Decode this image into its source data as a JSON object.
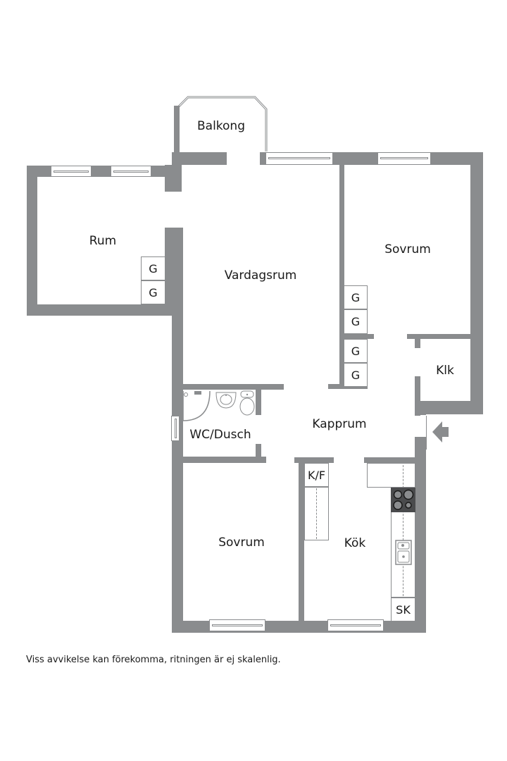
{
  "rooms": {
    "balkong": "Balkong",
    "rum": "Rum",
    "vardagsrum": "Vardagsrum",
    "sovrum_top": "Sovrum",
    "klk": "Klk",
    "wc_dusch": "WC/Dusch",
    "kapprum": "Kapprum",
    "sovrum_bottom": "Sovrum",
    "kok": "Kök"
  },
  "fixtures": {
    "wardrobe": "G",
    "fridge_freezer": "K/F",
    "cabinet": "SK"
  },
  "entrance_icon": "arrow-left-icon",
  "wall_color": "#8a8c8e",
  "disclaimer": "Viss avvikelse kan förekomma, ritningen är ej skalenlig."
}
